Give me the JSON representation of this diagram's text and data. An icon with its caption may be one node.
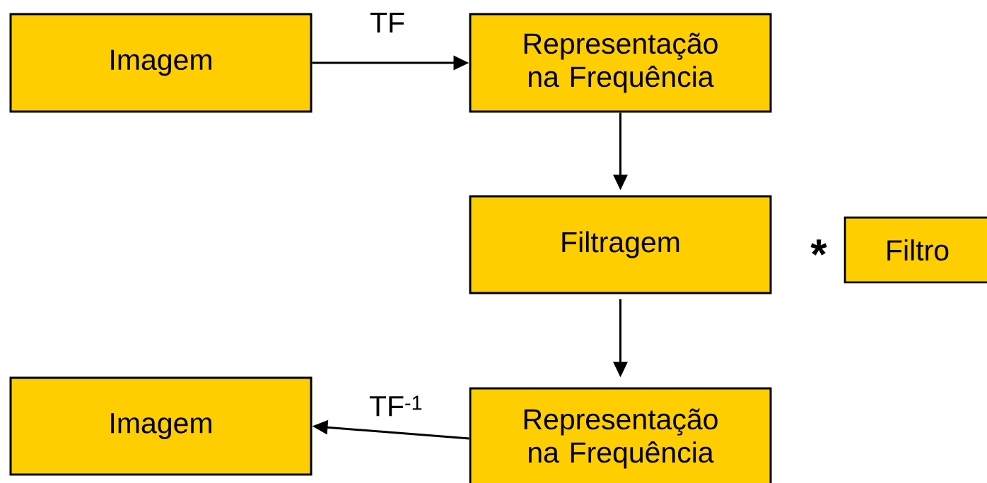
{
  "diagram": {
    "nodes": [
      {
        "text": [
          "Imagem"
        ]
      },
      {
        "text": [
          "Representação na Frequência"
        ]
      },
      {
        "text": [
          "Filtragem"
        ]
      },
      {
        "text": [
          "Filtro"
        ]
      },
      {
        "text": [
          "Imagem"
        ]
      },
      {
        "text": [
          "Representação na Frequência"
        ]
      }
    ],
    "edges": [
      {
        "from": 0,
        "to": 1,
        "arrow": "to",
        "label": "TF"
      },
      {
        "from": 1,
        "to": 2,
        "arrow": "to"
      },
      {
        "from": 2,
        "to": 5,
        "arrow": "to"
      },
      {
        "from": 5,
        "to": 4,
        "arrow": "to",
        "label": "TF$^{-1}$"
      }
    ],
    "labels": [
      "*"
    ]
  }
}
